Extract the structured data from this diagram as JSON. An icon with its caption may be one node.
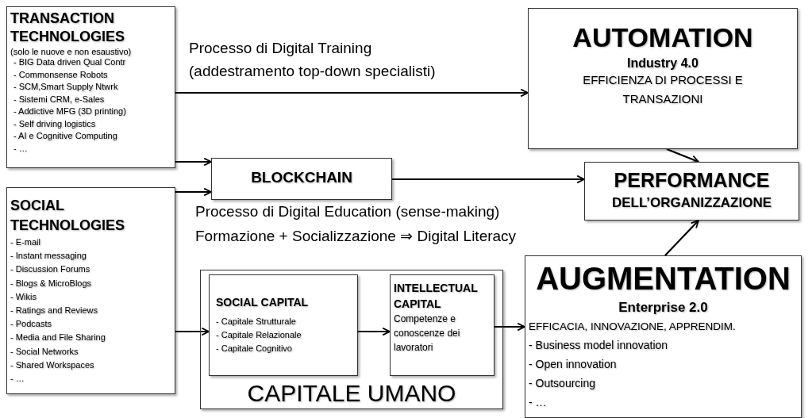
{
  "diagram": {
    "nodes": [
      {
        "text": [
          "TRANSACTION TECHNOLOGIES",
          "(solo le nuove e non esaustivo)",
          "- BIG Data driven Qual Contr",
          "- Commonsense Robots",
          "- SCM,Smart Supply Ntwrk",
          "- Sistemi CRM, e-Sales",
          "- Addictive MFG (3D printing)",
          "- Self driving logistics",
          "- AI e Cognitive Computing",
          "- …"
        ]
      },
      {
        "text": [
          "SOCIAL TECHNOLOGIES",
          "- E-mail",
          "- Instant messaging",
          "- Discussion Forums",
          "- Blogs & MicroBlogs",
          "- Wikis",
          "- Ratings and Reviews",
          "- Podcasts",
          "- Media and File Sharing",
          "- Social Networks",
          "- Shared Workspaces",
          "- …"
        ]
      },
      {
        "text": [
          "BLOCKCHAIN"
        ]
      },
      {
        "text": [
          "AUTOMATION",
          "Industry 4.0",
          "EFFICIENZA DI PROCESSI E TRANSAZIONI"
        ]
      },
      {
        "text": [
          "PERFORMANCE",
          "DELL’ORGANIZZAZIONE"
        ]
      },
      {
        "text": [
          "CAPITALE UMANO"
        ]
      },
      {
        "text": [
          "SOCIAL CAPITAL",
          "- Capitale Strutturale",
          "- Capitale Relazionale",
          "- Capitale Cognitivo"
        ],
        "in": 5
      },
      {
        "text": [
          "INTELLECTUAL CAPITAL",
          "Competenze e conoscenze dei lavoratori"
        ],
        "in": 5
      },
      {
        "text": [
          "AUGMENTATION",
          "Enterprise 2.0",
          "EFFICACIA, INNOVAZIONE, APPRENDIM.",
          "- Business model innovation",
          "- Open innovation",
          "- Outsourcing",
          "- …"
        ]
      }
    ],
    "edges": [
      {
        "from": 0,
        "to": 3,
        "arrow": "to",
        "label": "Processo di Digital Training (addestramento top-down specialisti)"
      },
      {
        "from": 0,
        "to": 2,
        "arrow": "to"
      },
      {
        "from": 1,
        "to": 2,
        "arrow": "to"
      },
      {
        "from": 1,
        "to": 6,
        "arrow": "to"
      },
      {
        "from": 6,
        "to": 7,
        "arrow": "to"
      },
      {
        "from": 7,
        "to": 8,
        "arrow": "to"
      },
      {
        "from": 2,
        "to": 4,
        "arrow": "to"
      },
      {
        "from": 3,
        "to": 4,
        "arrow": "to"
      },
      {
        "from": 8,
        "to": 4,
        "arrow": "to"
      }
    ],
    "labels": [
      "Processo di Digital Education (sense-making)",
      "Formazione + Socializzazione ⇒ Digital Literacy"
    ]
  }
}
